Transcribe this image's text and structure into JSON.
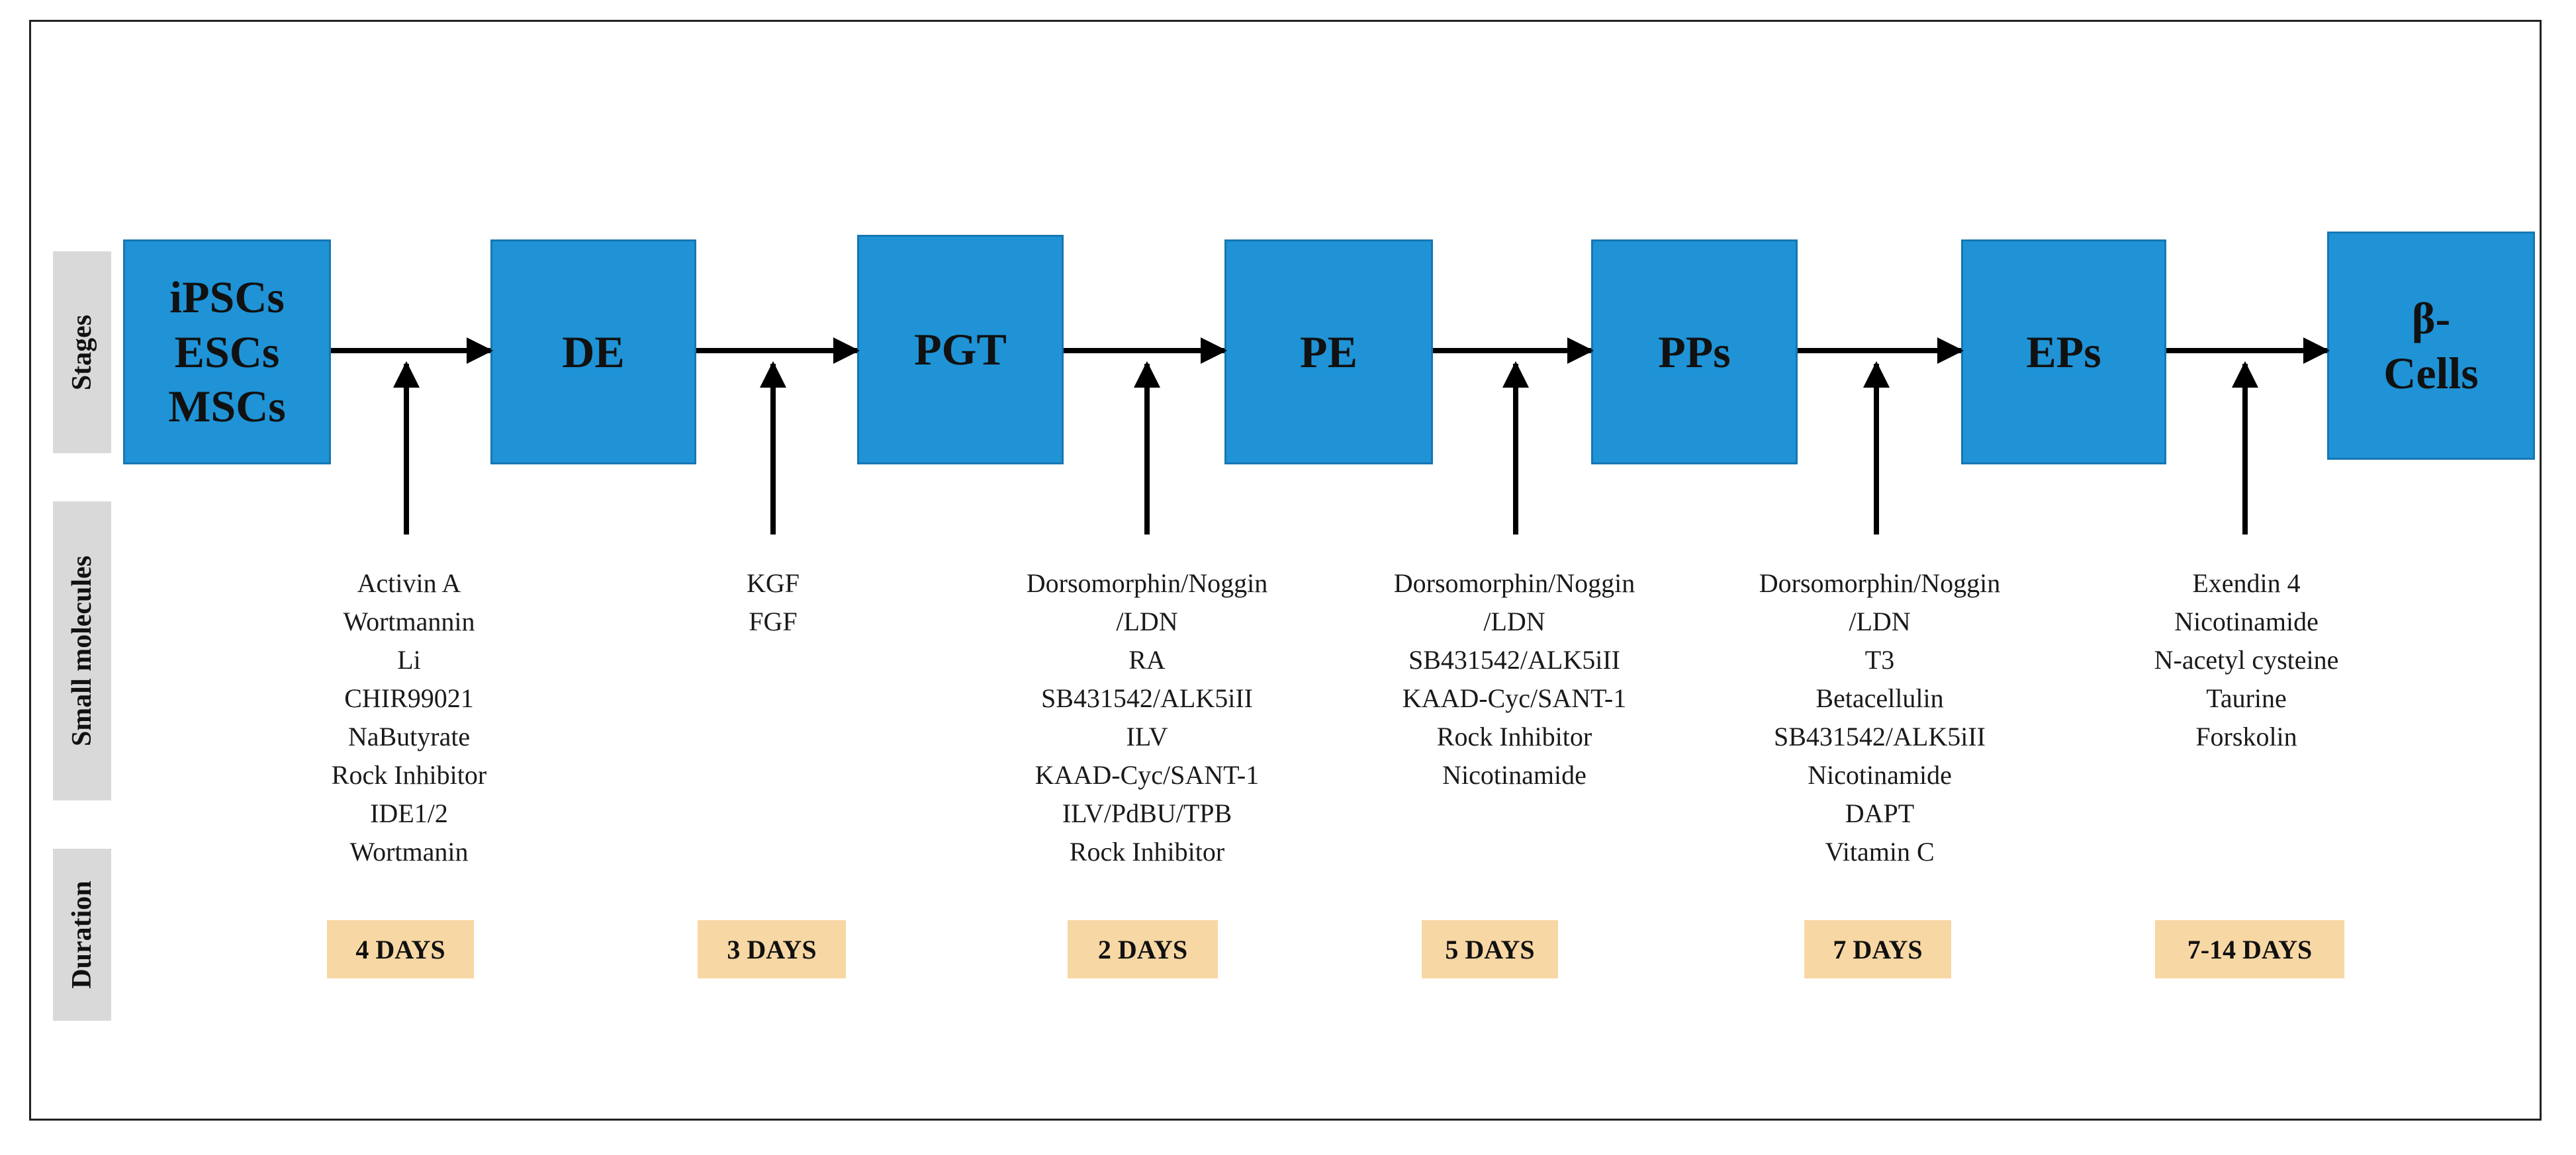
{
  "row_labels": {
    "stages": "Stages",
    "small_molecules": "Small molecules",
    "duration": "Duration"
  },
  "stages": [
    {
      "label": "iPSCs\nESCs\nMSCs"
    },
    {
      "label": "DE"
    },
    {
      "label": "PGT"
    },
    {
      "label": "PE"
    },
    {
      "label": "PPs"
    },
    {
      "label": "EPs"
    },
    {
      "label": "β-\nCells"
    }
  ],
  "transitions": [
    {
      "molecules": [
        "Activin A",
        "Wortmannin",
        "Li",
        "CHIR99021",
        "NaButyrate",
        "Rock Inhibitor",
        "IDE1/2",
        "Wortmanin"
      ],
      "duration": "4 DAYS"
    },
    {
      "molecules": [
        "KGF",
        "FGF"
      ],
      "duration": "3 DAYS"
    },
    {
      "molecules": [
        "Dorsomorphin/Noggin",
        "/LDN",
        "RA",
        "SB431542/ALK5iII",
        "ILV",
        "KAAD-Cyc/SANT-1",
        "ILV/PdBU/TPB",
        "Rock Inhibitor"
      ],
      "duration": "2 DAYS"
    },
    {
      "molecules": [
        "Dorsomorphin/Noggin",
        "/LDN",
        "SB431542/ALK5iII",
        "KAAD-Cyc/SANT-1",
        "Rock Inhibitor",
        "Nicotinamide"
      ],
      "duration": "5 DAYS"
    },
    {
      "molecules": [
        "Dorsomorphin/Noggin",
        "/LDN",
        "T3",
        "Betacellulin",
        "SB431542/ALK5iII",
        "Nicotinamide",
        "DAPT",
        "Vitamin C"
      ],
      "duration": "7 DAYS"
    },
    {
      "molecules": [
        "Exendin 4",
        "Nicotinamide",
        "N-acetyl cysteine",
        "Taurine",
        "Forskolin"
      ],
      "duration": "7-14 DAYS"
    }
  ],
  "colors": {
    "stage_fill": "#1f93d6",
    "stage_border": "#1677b2",
    "row_label_fill": "#d9d9d9",
    "duration_fill": "#f7d7a3",
    "arrow": "#000000"
  }
}
